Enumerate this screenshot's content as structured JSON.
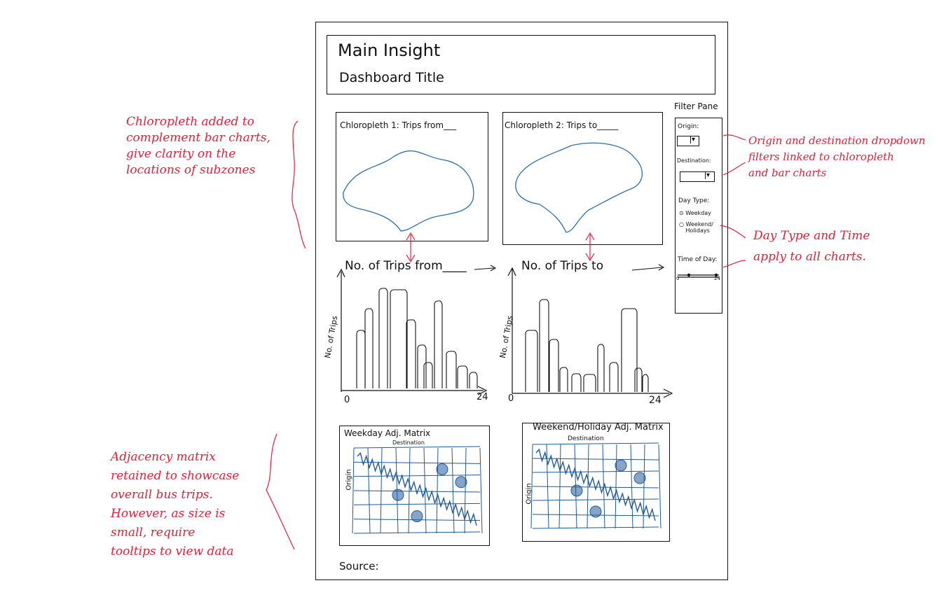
{
  "header": {
    "main_insight": "Main Insight",
    "dashboard_title": "Dashboard Title"
  },
  "filter_pane": {
    "title": "Filter Pane",
    "origin_label": "Origin:",
    "destination_label": "Destination:",
    "day_type_label": "Day Type:",
    "day_type_options": [
      "Weekday",
      "Weekend/ Holidays"
    ],
    "day_type_selected": "Weekday",
    "time_of_day_label": "Time of Day:",
    "time_min": "0",
    "time_max": "24"
  },
  "chloropleths": [
    {
      "title": "Chloropleth 1: Trips from___"
    },
    {
      "title": "Chloropleth 2: Trips to_____"
    }
  ],
  "bar_charts": [
    {
      "title": "No. of Trips from____",
      "ylabel": "No. of Trips",
      "x_start": "0",
      "x_end": "24"
    },
    {
      "title": "No. of Trips to",
      "ylabel": "No. of Trips",
      "x_start": "0",
      "x_end": "24"
    }
  ],
  "matrices": [
    {
      "title": "Weekday Adj. Matrix",
      "col_label": "Destination",
      "row_label": "Origin"
    },
    {
      "title": "Weekend/Holiday Adj. Matrix",
      "col_label": "Destination",
      "row_label": "Origin"
    }
  ],
  "source": "Source:",
  "annotations": {
    "chloropleth_note": [
      "Chloropleth added to",
      "complement bar charts,",
      "give clarity on the",
      "locations of subzones"
    ],
    "filter_note": [
      "Origin and destination dropdown",
      "filters linked to chloropleth",
      "and bar charts"
    ],
    "day_time_note": [
      "Day Type and Time",
      "apply to all charts."
    ],
    "matrix_note": [
      "Adjacency matrix",
      "retained to showcase",
      "overall bus trips.",
      "However, as size is",
      "small, require",
      "tooltips to view data"
    ]
  },
  "colors": {
    "ink": "#111111",
    "annotation": "#e0213a",
    "map_outline": "#2e6fa8",
    "matrix_ink": "#1f5a9a"
  }
}
